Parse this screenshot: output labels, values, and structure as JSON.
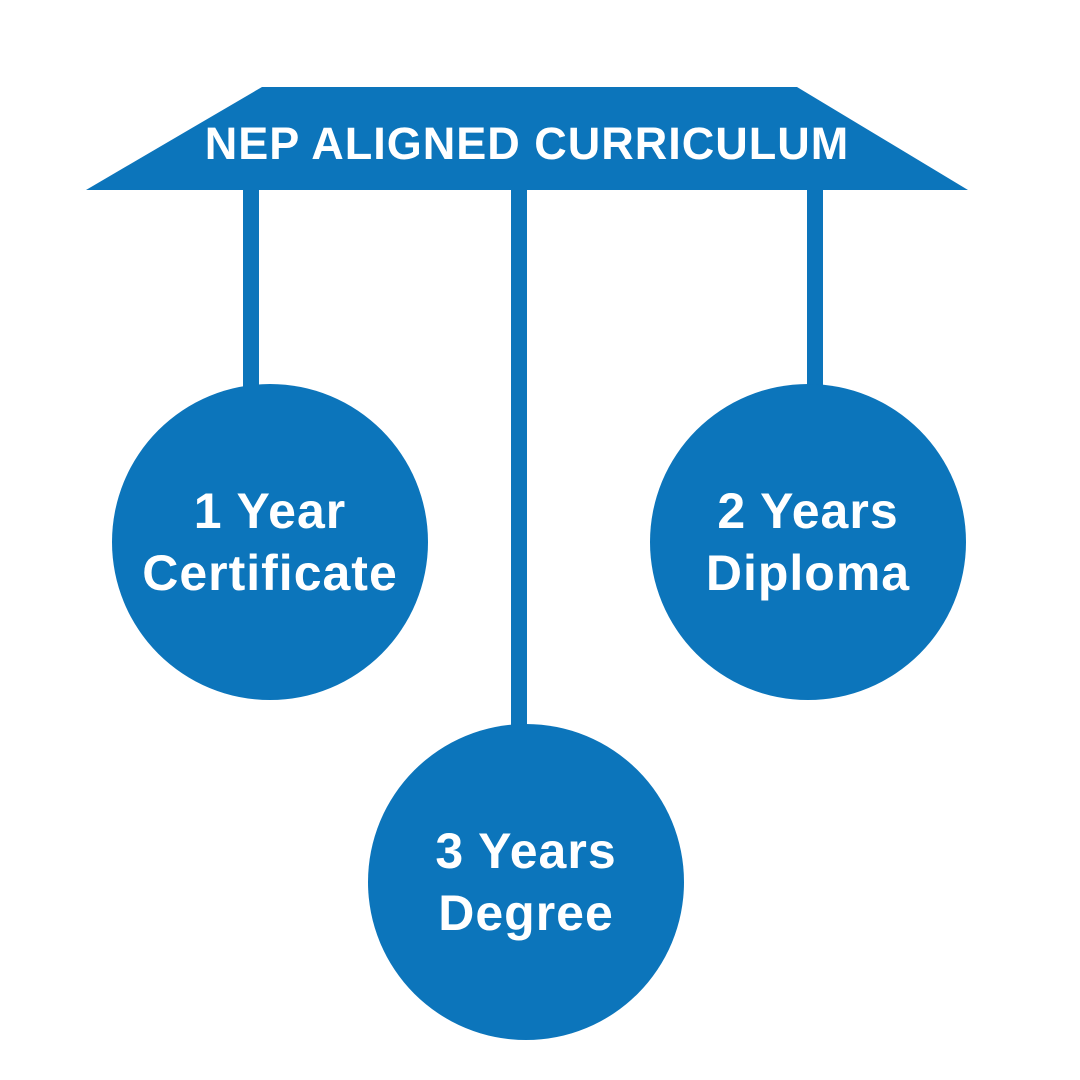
{
  "title": "NEP ALIGNED CURRICULUM",
  "colors": {
    "primary": "#0c75bb",
    "text": "#ffffff",
    "background": "#ffffff"
  },
  "nodes": [
    {
      "line1": "1 Year",
      "line2": "Certificate"
    },
    {
      "line1": "2 Years",
      "line2": "Diploma"
    },
    {
      "line1": "3 Years",
      "line2": "Degree"
    }
  ]
}
